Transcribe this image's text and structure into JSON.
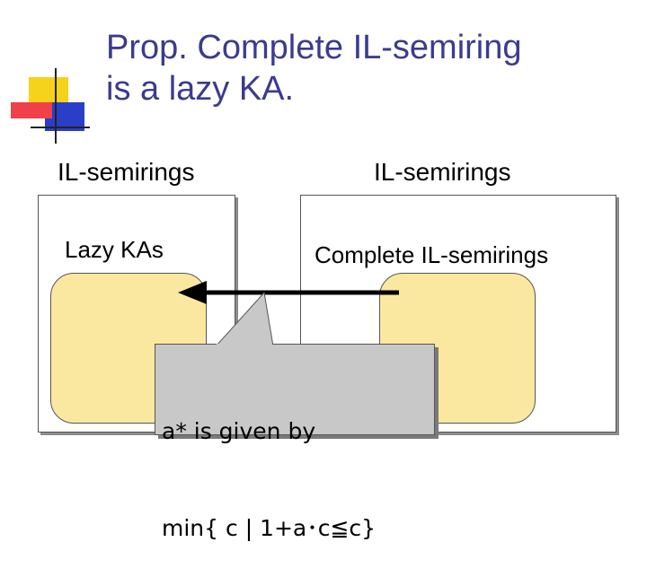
{
  "slide": {
    "title": "Prop. Complete IL-semiring\nis a lazy KA."
  },
  "left_panel": {
    "heading": "IL-semirings",
    "inner_label": "Lazy KAs"
  },
  "right_panel": {
    "heading": "IL-semirings",
    "inner_label": "Complete IL-semirings"
  },
  "callout": {
    "line1": "a* is given by",
    "line2": "min{ c | 1+a･c≦c}"
  },
  "colors": {
    "title": "#3b3b8f",
    "blob_fill": "#fbe8a0",
    "callout_fill": "#c8c8c8",
    "bullet_yellow": "#f7d21a",
    "bullet_red": "#f0404a",
    "bullet_blue": "#2a3ec8"
  }
}
